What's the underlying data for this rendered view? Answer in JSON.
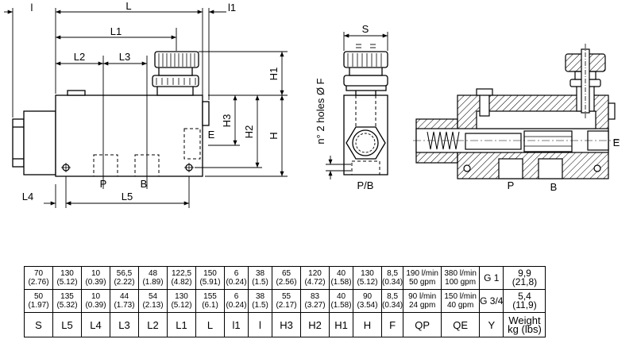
{
  "figure": {
    "dimension_labels": {
      "l": "l",
      "L": "L",
      "l1": "l1",
      "L1": "L1",
      "L2": "L2",
      "L3": "L3",
      "H1": "H1",
      "H2": "H2",
      "H3": "H3",
      "H": "H",
      "L4": "L4",
      "L5": "L5",
      "S": "S",
      "holes": "n° 2 holes Ø F"
    },
    "port_labels": {
      "P": "P",
      "B": "B",
      "E": "E",
      "PB": "P/B",
      "E_center": "E"
    }
  },
  "spec_table": {
    "rows": [
      [
        {
          "a": "70",
          "b": "(2.76)"
        },
        {
          "a": "130",
          "b": "(5.12)"
        },
        {
          "a": "10",
          "b": "(0.39)"
        },
        {
          "a": "56,5",
          "b": "(2.22)"
        },
        {
          "a": "48",
          "b": "(1.89)"
        },
        {
          "a": "122,5",
          "b": "(4.82)"
        },
        {
          "a": "150",
          "b": "(5.91)"
        },
        {
          "a": "6",
          "b": "(0.24)"
        },
        {
          "a": "38",
          "b": "(1.5)"
        },
        {
          "a": "65",
          "b": "(2.56)"
        },
        {
          "a": "120",
          "b": "(4.72)"
        },
        {
          "a": "40",
          "b": "(1.58)"
        },
        {
          "a": "130",
          "b": "(5.12)"
        },
        {
          "a": "8,5",
          "b": "(0.34)"
        },
        {
          "a": "190 l/min",
          "b": "50 gpm"
        },
        {
          "a": "380 l/min",
          "b": "100 gpm"
        },
        {
          "a": "G 1",
          "b": ""
        },
        {
          "a": "9,9",
          "b": "(21,8)"
        }
      ],
      [
        {
          "a": "50",
          "b": "(1.97)"
        },
        {
          "a": "135",
          "b": "(5.32)"
        },
        {
          "a": "10",
          "b": "(0.39)"
        },
        {
          "a": "44",
          "b": "(1.73)"
        },
        {
          "a": "54",
          "b": "(2.13)"
        },
        {
          "a": "130",
          "b": "(5.12)"
        },
        {
          "a": "155",
          "b": "(6.1)"
        },
        {
          "a": "6",
          "b": "(0.24)"
        },
        {
          "a": "38",
          "b": "(1.5)"
        },
        {
          "a": "55",
          "b": "(2.17)"
        },
        {
          "a": "83",
          "b": "(3.27)"
        },
        {
          "a": "40",
          "b": "(1.58)"
        },
        {
          "a": "90",
          "b": "(3.54)"
        },
        {
          "a": "8,5",
          "b": "(0.34)"
        },
        {
          "a": "90 l/min",
          "b": "24 gpm"
        },
        {
          "a": "150 l/min",
          "b": "40 gpm"
        },
        {
          "a": "G 3/4",
          "b": ""
        },
        {
          "a": "5,4",
          "b": "(11,9)"
        }
      ]
    ],
    "headers": [
      {
        "a": "S",
        "b": ""
      },
      {
        "a": "L5",
        "b": ""
      },
      {
        "a": "L4",
        "b": ""
      },
      {
        "a": "L3",
        "b": ""
      },
      {
        "a": "L2",
        "b": ""
      },
      {
        "a": "L1",
        "b": ""
      },
      {
        "a": "L",
        "b": ""
      },
      {
        "a": "l1",
        "b": ""
      },
      {
        "a": "l",
        "b": ""
      },
      {
        "a": "H3",
        "b": ""
      },
      {
        "a": "H2",
        "b": ""
      },
      {
        "a": "H1",
        "b": ""
      },
      {
        "a": "H",
        "b": ""
      },
      {
        "a": "F",
        "b": ""
      },
      {
        "a": "QP",
        "b": ""
      },
      {
        "a": "QE",
        "b": ""
      },
      {
        "a": "Y",
        "b": ""
      },
      {
        "a": "Weight",
        "b": "kg (lbs)"
      }
    ]
  }
}
